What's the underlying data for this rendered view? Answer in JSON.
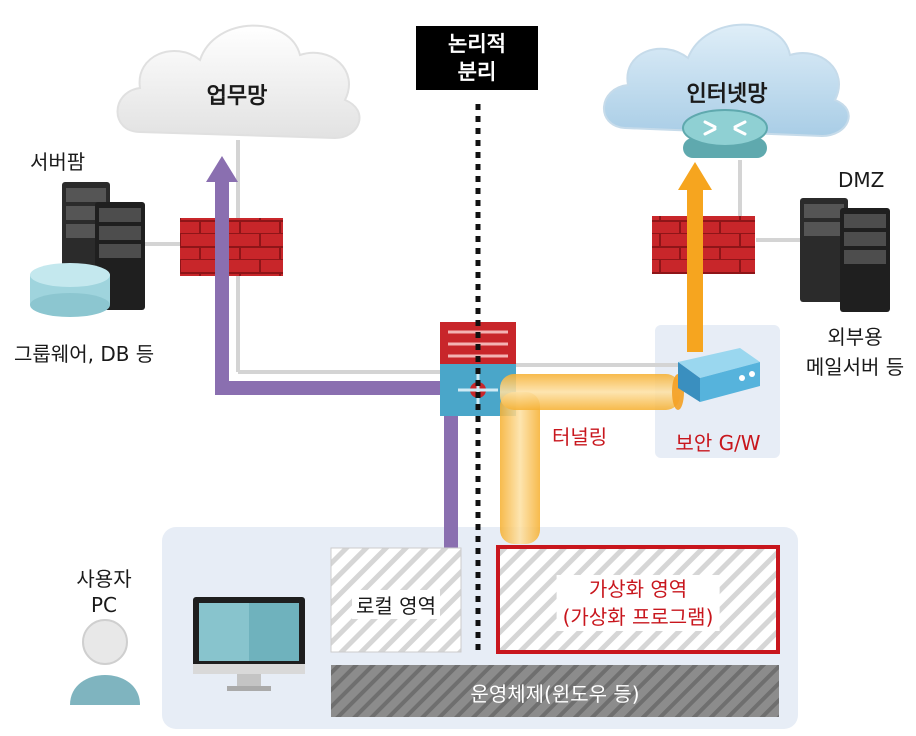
{
  "labels": {
    "separation_line1": "논리적",
    "separation_line2": "분리",
    "work_network": "업무망",
    "internet_network": "인터넷망",
    "server_farm": "서버팜",
    "groupware_db": "그룹웨어, DB 등",
    "dmz": "DMZ",
    "mail_server_line1": "외부용",
    "mail_server_line2": "메일서버 등",
    "tunneling": "터널링",
    "security_gw": "보안 G/W",
    "user_pc_line1": "사용자",
    "user_pc_line2": "PC",
    "local_area": "로컬 영역",
    "virtual_area_line1": "가상화 영역",
    "virtual_area_line2": "(가상화 프로그램)",
    "operating_system": "운영체제(윈도우 등)"
  },
  "colors": {
    "firewall_red": "#c8262a",
    "purple_path": "#8a6fb0",
    "orange_path": "#f6a51f",
    "panel_blue": "#e7edf6",
    "red_accent": "#c8161d"
  }
}
